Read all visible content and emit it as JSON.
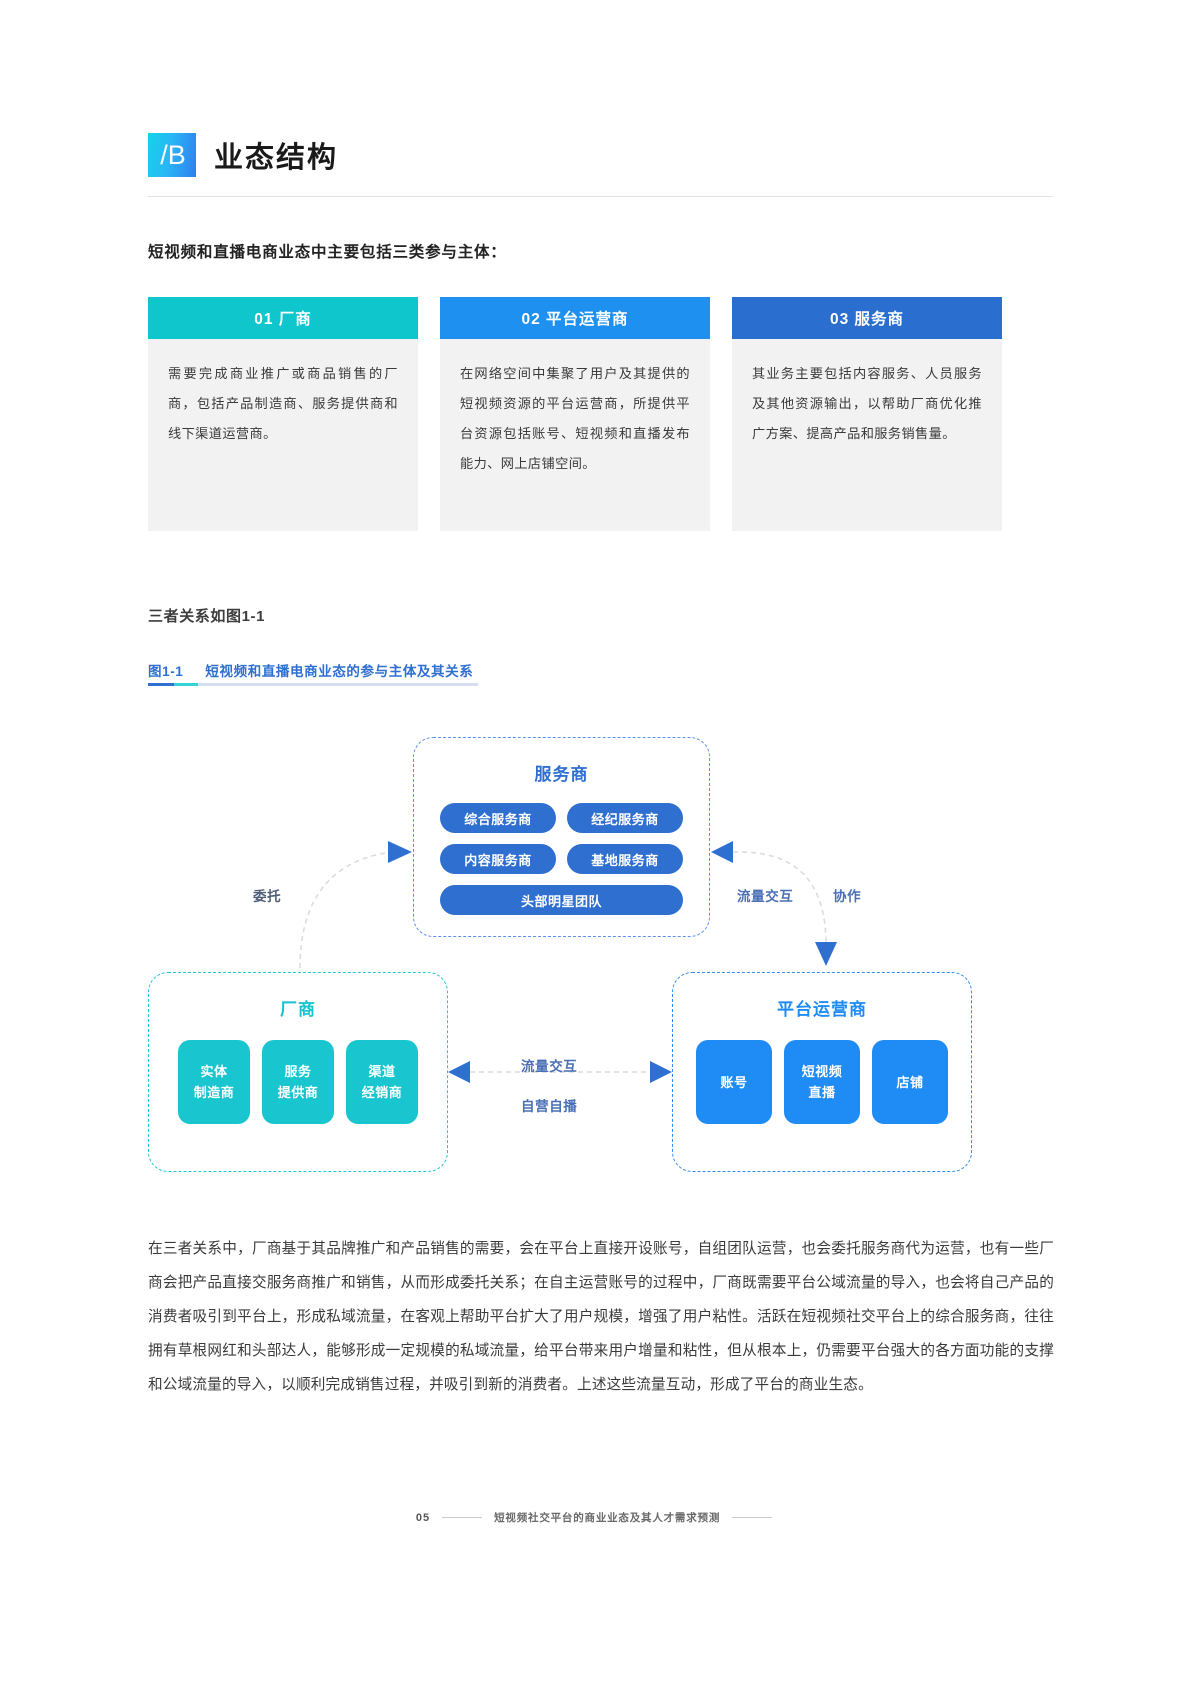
{
  "header": {
    "badge": "/B",
    "title": "业态结构"
  },
  "lead": "短视频和直播电商业态中主要包括三类参与主体：",
  "cards": [
    {
      "head": "01 厂商",
      "head_color": "#0fc6cd",
      "body": "需要完成商业推广或商品销售的厂商，包括产品制造商、服务提供商和线下渠道运营商。"
    },
    {
      "head": "02 平台运营商",
      "head_color": "#1e90f0",
      "body": "在网络空间中集聚了用户及其提供的短视频资源的平台运营商，所提供平台资源包括账号、短视频和直播发布能力、网上店铺空间。"
    },
    {
      "head": "03 服务商",
      "head_color": "#2a6fd0",
      "body": "其业务主要包括内容服务、人员服务及其他资源输出，以帮助厂商优化推广方案、提高产品和服务销售量。"
    }
  ],
  "figure_intro": "三者关系如图1-1",
  "figure_caption": {
    "num": "图1-1",
    "text": "短视频和直播电商业态的参与主体及其关系"
  },
  "diagram": {
    "service": {
      "title": "服务商",
      "items": [
        "综合服务商",
        "经纪服务商",
        "内容服务商",
        "基地服务商"
      ],
      "wide_item": "头部明星团队",
      "border_color": "#5b8ff0"
    },
    "maker": {
      "title": "厂商",
      "border_color": "#1ec8d4",
      "tiles": [
        {
          "line1": "实体",
          "line2": "制造商"
        },
        {
          "line1": "服务",
          "line2": "提供商"
        },
        {
          "line1": "渠道",
          "line2": "经销商"
        }
      ]
    },
    "platform": {
      "title": "平台运营商",
      "border_color": "#2f8ef5",
      "tiles": [
        {
          "line1": "账号",
          "line2": ""
        },
        {
          "line1": "短视频",
          "line2": "直播"
        },
        {
          "line1": "店铺",
          "line2": ""
        }
      ]
    },
    "labels": {
      "entrust": "委托",
      "traffic_right": "流量交互",
      "cooperate": "协作",
      "traffic_mid": "流量交互",
      "self_broadcast": "自营自播"
    }
  },
  "paragraph": "在三者关系中，厂商基于其品牌推广和产品销售的需要，会在平台上直接开设账号，自组团队运营，也会委托服务商代为运营，也有一些厂商会把产品直接交服务商推广和销售，从而形成委托关系；在自主运营账号的过程中，厂商既需要平台公域流量的导入，也会将自己产品的消费者吸引到平台上，形成私域流量，在客观上帮助平台扩大了用户规模，增强了用户粘性。活跃在短视频社交平台上的综合服务商，往往拥有草根网红和头部达人，能够形成一定规模的私域流量，给平台带来用户增量和粘性，但从根本上，仍需要平台强大的各方面功能的支撑和公域流量的导入，以顺利完成销售过程，并吸引到新的消费者。上述这些流量互动，形成了平台的商业生态。",
  "footer": {
    "page_number": "05",
    "text": "短视频社交平台的商业业态及其人才需求预测"
  }
}
